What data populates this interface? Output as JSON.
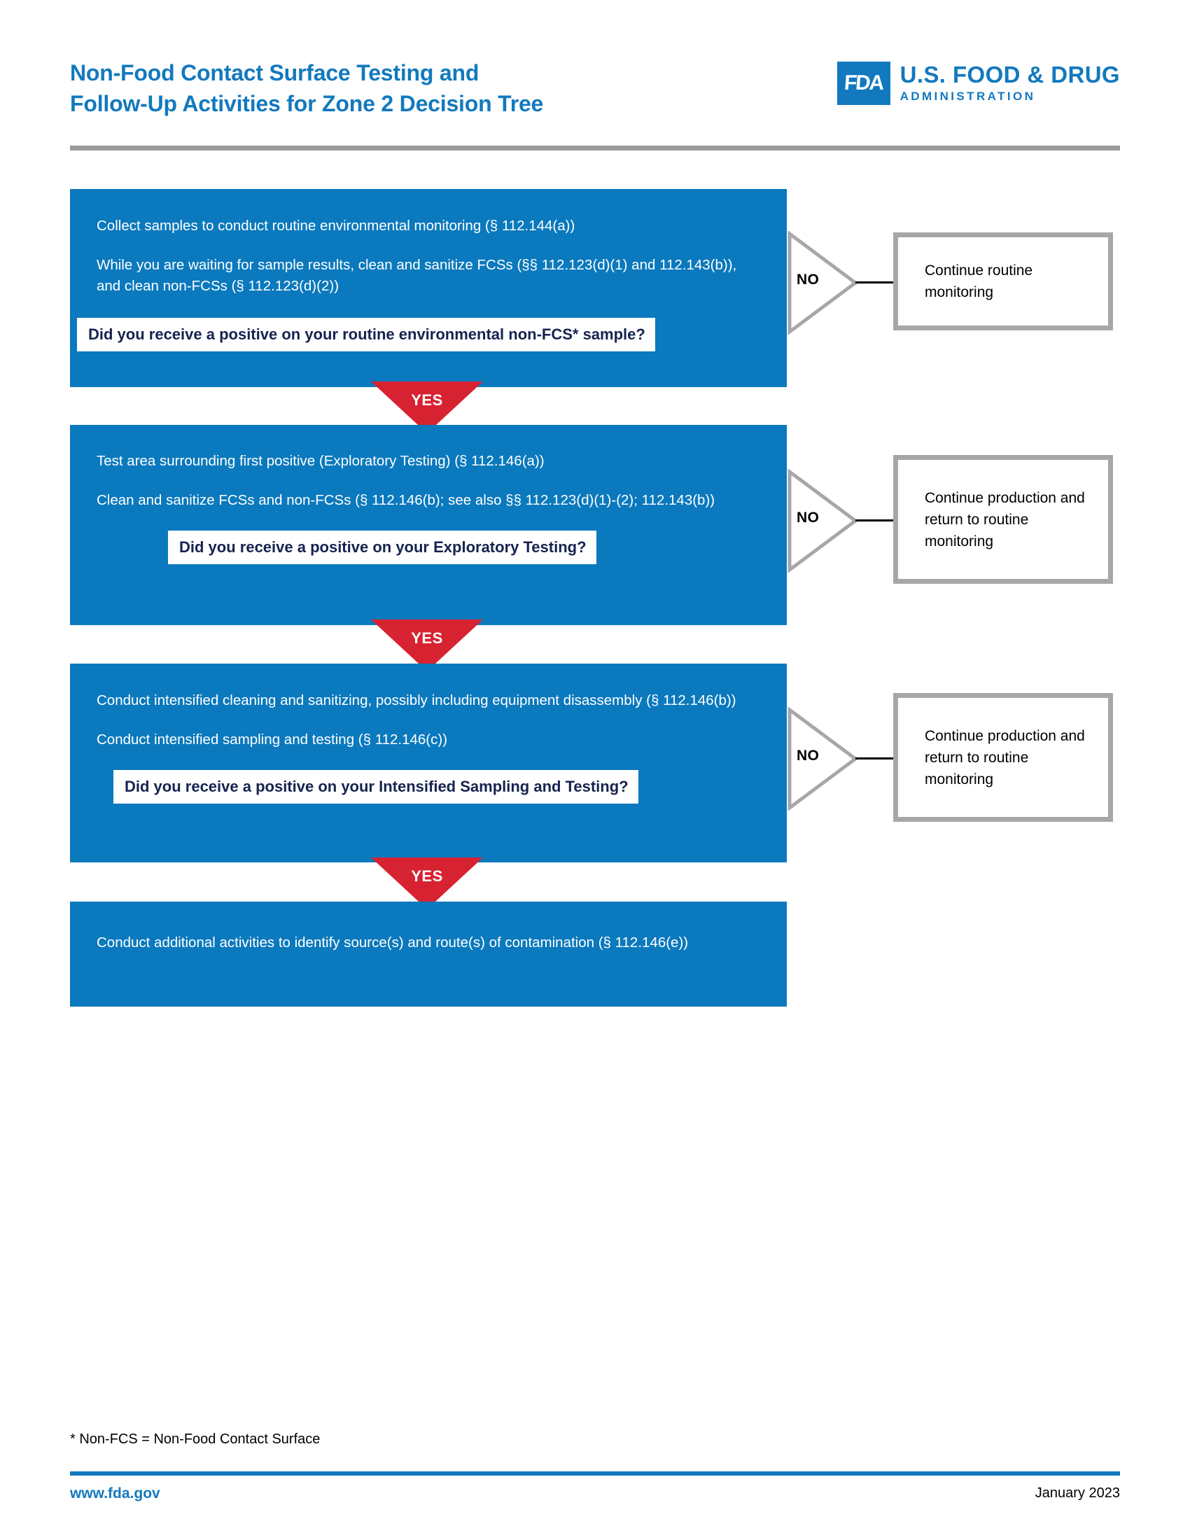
{
  "header": {
    "title_line1": "Non-Food Contact Surface Testing and",
    "title_line2": "Follow-Up Activities for Zone 2 Decision Tree",
    "logo": {
      "mark_text": "FDA",
      "line1": "U.S. FOOD & DRUG",
      "line2": "ADMINISTRATION"
    }
  },
  "colors": {
    "brand_blue": "#1279BE",
    "box_blue": "#0B79BD",
    "yes_red": "#D72231",
    "rule_gray": "#9A9A9A",
    "outcome_border": "#A7A7A7",
    "question_navy": "#16234F"
  },
  "flow": {
    "step1": {
      "line1": "Collect samples to conduct routine environmental monitoring (§ 112.144(a))",
      "line2": "While you are waiting for sample results, clean and sanitize FCSs (§§ 112.123(d)(1) and 112.143(b)), and clean non-FCSs (§ 112.123(d)(2))",
      "question": "Did you receive a positive on your routine environmental non-FCS* sample?"
    },
    "step2": {
      "line1": "Test area surrounding first positive (Exploratory Testing) (§ 112.146(a))",
      "line2": "Clean and sanitize FCSs and non-FCSs (§ 112.146(b); see also §§ 112.123(d)(1)-(2); 112.143(b))",
      "question": "Did you receive a positive on your Exploratory Testing?"
    },
    "step3": {
      "line1": "Conduct intensified cleaning and sanitizing, possibly including equipment disassembly (§ 112.146(b))",
      "line2": "Conduct intensified sampling and testing (§ 112.146(c))",
      "question": "Did you receive a positive on your Intensified Sampling and Testing?"
    },
    "step4": {
      "line1": "Conduct additional activities to identify source(s) and route(s) of contamination (§ 112.146(e))"
    }
  },
  "branches": {
    "yes_label": "YES",
    "no_label": "NO",
    "outcome1": "Continue routine monitoring",
    "outcome2": "Continue production and return to routine monitoring",
    "outcome3": "Continue production and return to routine monitoring"
  },
  "footer": {
    "footnote": "* Non-FCS = Non-Food Contact Surface",
    "website": "www.fda.gov",
    "date": "January 2023"
  }
}
